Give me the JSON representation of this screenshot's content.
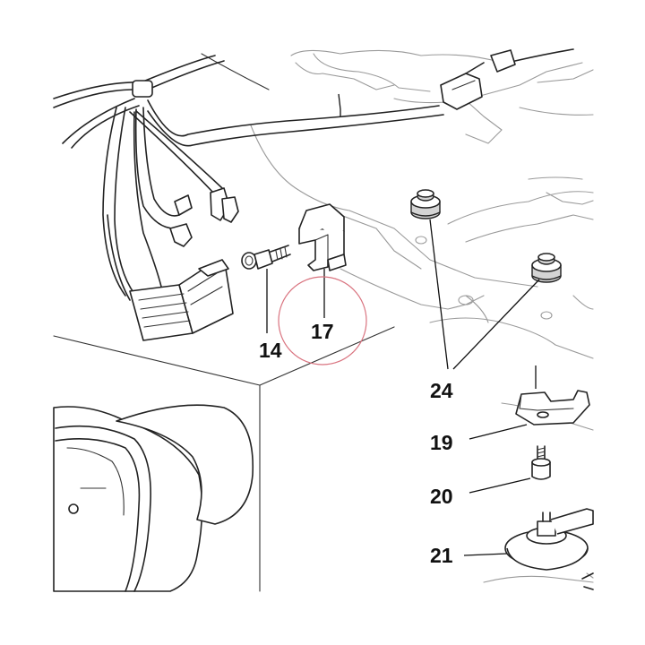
{
  "diagram": {
    "callouts": [
      {
        "id": "14",
        "text": "14"
      },
      {
        "id": "17",
        "text": "17"
      },
      {
        "id": "24",
        "text": "24"
      },
      {
        "id": "19",
        "text": "19"
      },
      {
        "id": "20",
        "text": "20"
      },
      {
        "id": "21",
        "text": "21"
      }
    ],
    "highlight_color": "#d9737f",
    "line_color": "#222222",
    "background_line_color": "#9a9a9a"
  }
}
